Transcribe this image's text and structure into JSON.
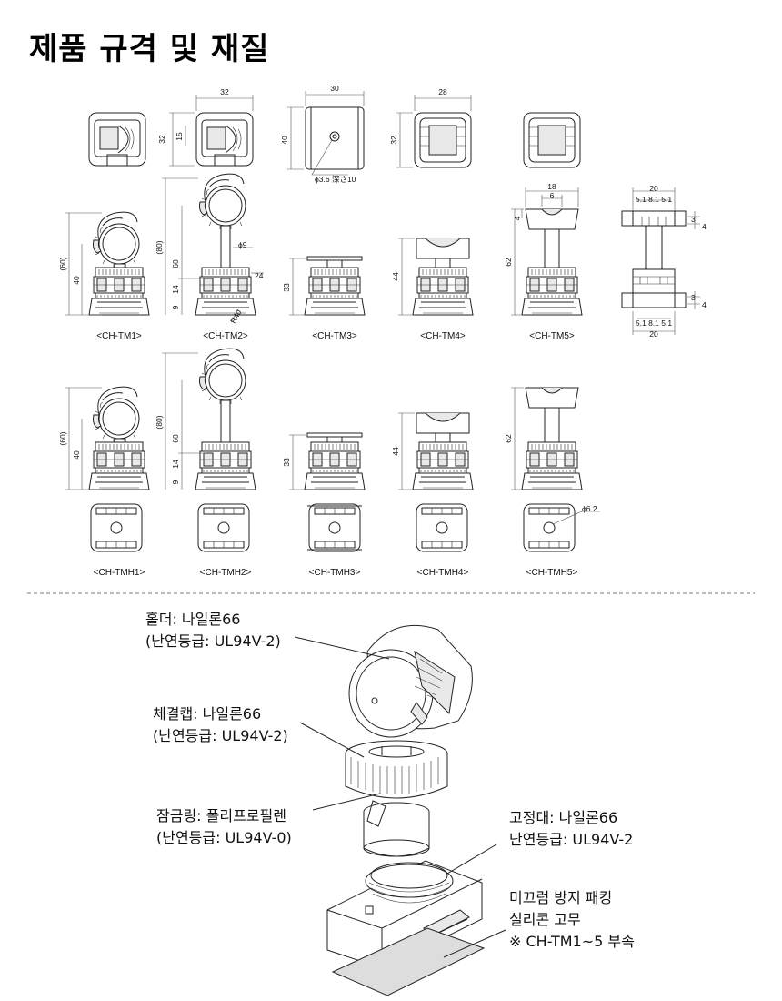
{
  "title": "제품 규격 및 재질",
  "top_row_dims": {
    "w1": "32",
    "h1a": "32",
    "h1b": "15",
    "w3": "30",
    "h3": "40",
    "hole3": "ϕ3.6 深さ10",
    "w4": "28",
    "h4": "32"
  },
  "row1_dims": {
    "tm1_a": "(60)",
    "tm1_b": "40",
    "tm2_a": "(80)",
    "tm2_b": "60",
    "tm2_c": "14",
    "tm2_d": "9",
    "tm2_e": "ϕ9",
    "tm2_f": "24",
    "tm2_g": "R40",
    "tm3": "33",
    "tm4": "44",
    "tm5_a": "18",
    "tm5_b": "6",
    "tm5_c": "4",
    "tm5_d": "62",
    "side_w": "20",
    "side_s": "5.1 8.1 5.1",
    "side_3": "3",
    "side_4": "4"
  },
  "row1_labels": [
    "<CH-TM1>",
    "<CH-TM2>",
    "<CH-TM3>",
    "<CH-TM4>",
    "<CH-TM5>"
  ],
  "row2_dims": {
    "a1": "(60)",
    "a2": "40",
    "b1": "(80)",
    "b2": "60",
    "b3": "14",
    "b4": "9",
    "c": "33",
    "d": "44",
    "e": "62",
    "hole": "ϕ6.2"
  },
  "row2_labels": [
    "<CH-TMH1>",
    "<CH-TMH2>",
    "<CH-TMH3>",
    "<CH-TMH4>",
    "<CH-TMH5>"
  ],
  "callouts": {
    "holder": {
      "line1": "홀더: 나일론66",
      "line2": "(난연등급: UL94V-2)"
    },
    "cap": {
      "line1": "체결캡: 나일론66",
      "line2": "(난연등급: UL94V-2)"
    },
    "ring": {
      "line1": "잠금링: 폴리프로필렌",
      "line2": "(난연등급: UL94V-0)"
    },
    "base": {
      "line1": "고정대: 나일론66",
      "line2": "난연등급: UL94V-2"
    },
    "pad": {
      "line1": "미끄럼 방지 패킹",
      "line2": "실리콘 고무",
      "line3": "※ CH-TM1~5 부속"
    }
  }
}
